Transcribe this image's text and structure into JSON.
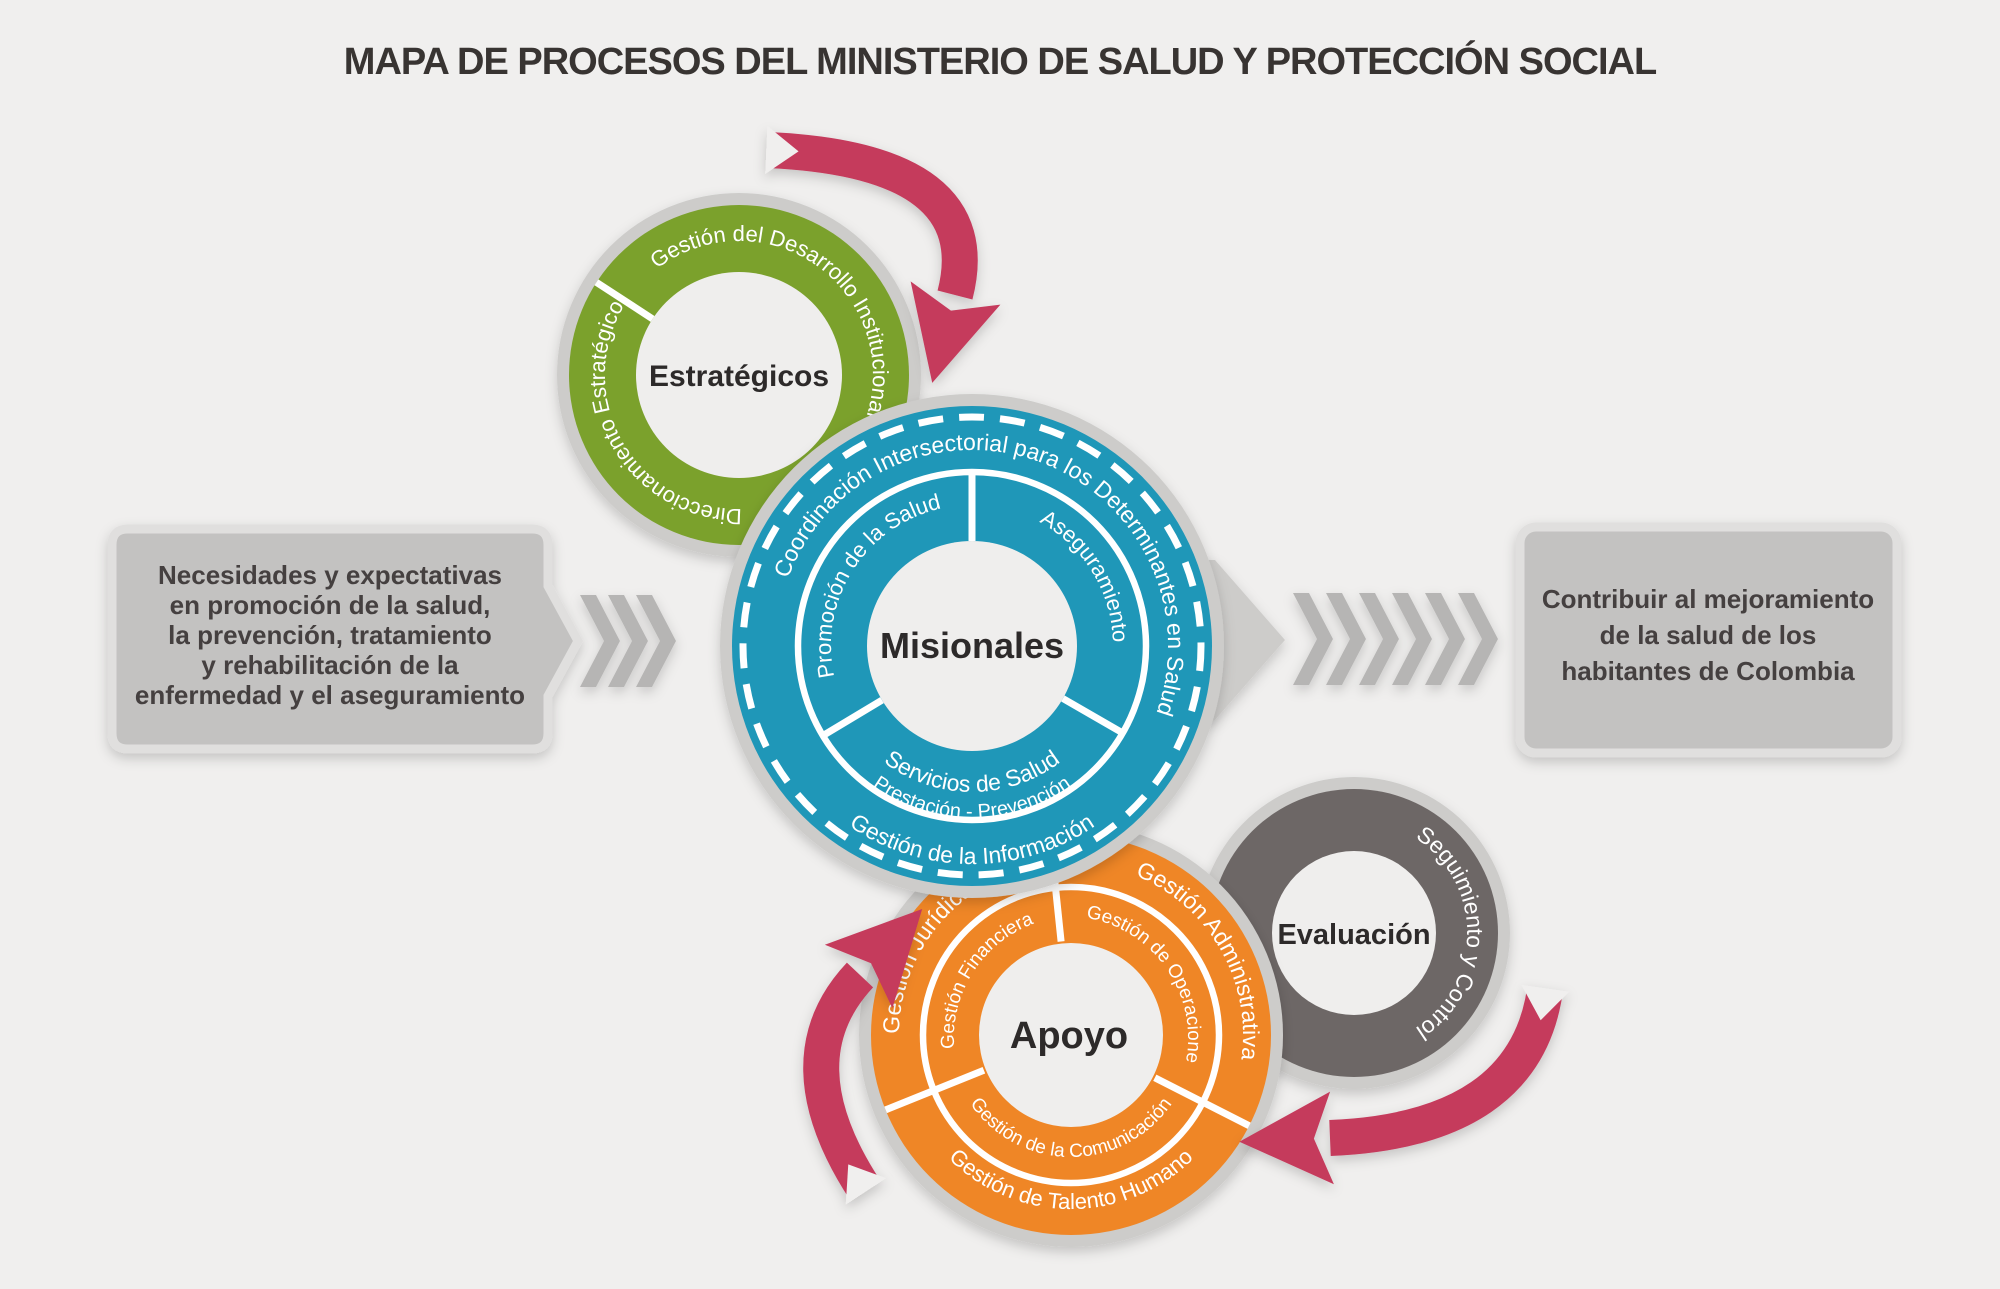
{
  "title": "MAPA DE PROCESOS DEL MINISTERIO DE SALUD Y PROTECCIÓN SOCIAL",
  "input_box": {
    "lines": [
      "Necesidades  y expectativas",
      "en promoción de la salud,",
      "la prevención, tratamiento",
      "y rehabilitación de la",
      "enfermedad y el aseguramiento"
    ]
  },
  "output_box": {
    "lines": [
      "Contribuir al mejoramiento",
      "de la salud de los",
      "habitantes de Colombia"
    ]
  },
  "circles": {
    "estrategicos": {
      "label": "Estratégicos",
      "ring_top": "Gestión del Desarrollo Institucional",
      "ring_left": "Direccionamiento Estratégico",
      "color": "#7ba12c"
    },
    "misionales": {
      "label": "Misionales",
      "outer_top": "Coordinación Intersectorial para los Determinantes en Salud",
      "outer_bottom": "Gestión de la Información",
      "inner_left": "Promoción de la Salud",
      "inner_right": "Aseguramiento",
      "inner_bottom_1": "Servicios de Salud",
      "inner_bottom_2": "Prestación - Prevención",
      "color": "#1f97b8"
    },
    "apoyo": {
      "label": "Apoyo",
      "outer_left": "Gestión Jurídica",
      "outer_right": "Gestión Administrativa",
      "outer_bottom": "Gestión de Talento Humano",
      "inner_left": "Gestión Financiera",
      "inner_right": "Gestión de Operaciones",
      "inner_bottom": "Gestión de la Comunicación",
      "color": "#ef8626"
    },
    "evaluacion": {
      "label": "Evaluación",
      "ring_right": "Seguimiento y Control",
      "color": "#6d6766"
    }
  },
  "colors": {
    "background": "#f0efee",
    "halo_gray": "#cdccca",
    "red_arrow": "#c53a5c",
    "chevron_gray": "#b6b5b4",
    "box_fill": "#c3c2c1",
    "box_border": "#e0dfde",
    "title_text": "#383432",
    "label_text": "#2d2a2a",
    "ring_text": "#ffffff"
  }
}
